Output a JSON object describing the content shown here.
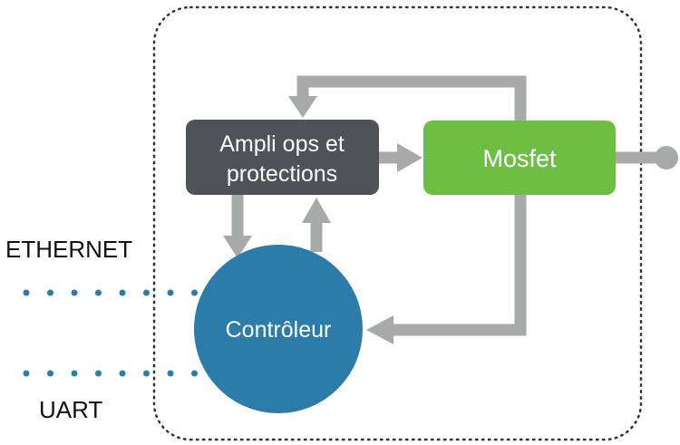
{
  "colors": {
    "ampli_box": "#4f5259",
    "mosfet_box": "#6fbe44",
    "controller_circle": "#2b7ca9",
    "arrows": "#a8a9a9",
    "dotted_lines": "#2b7ca9",
    "enclosure_border": "#333333",
    "node_text": "#ffffff",
    "side_text": "#111111"
  },
  "nodes": {
    "ampli": {
      "line1": "Ampli ops et",
      "line2": "protections"
    },
    "mosfet": {
      "label": "Mosfet"
    },
    "controller": {
      "label": "Contrôleur"
    }
  },
  "interfaces": {
    "ethernet": "ETHERNET",
    "uart": "UART"
  },
  "icons": {
    "output_terminal": "circle-terminal-icon",
    "arrowhead": "triangle-arrowhead-icon"
  }
}
